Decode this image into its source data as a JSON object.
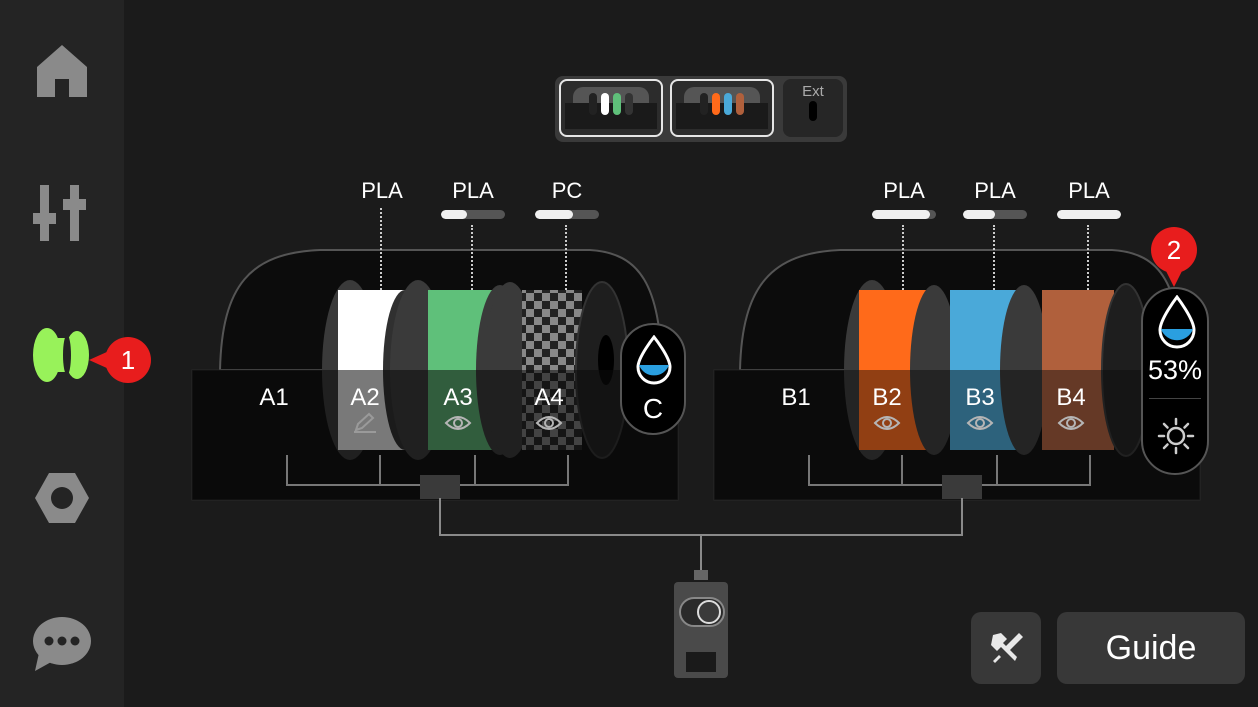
{
  "sidebar": {
    "items": [
      {
        "name": "home-icon",
        "active": false
      },
      {
        "name": "controls-icon",
        "active": false
      },
      {
        "name": "filament-icon",
        "active": true
      },
      {
        "name": "settings-icon",
        "active": false
      },
      {
        "name": "chat-icon",
        "active": false
      }
    ],
    "badge_1": "1"
  },
  "switcher": {
    "ext_label": "Ext"
  },
  "unit_a": {
    "slots": [
      {
        "label": "A1",
        "material": "",
        "color": null,
        "state_icon": null
      },
      {
        "label": "A2",
        "material": "PLA",
        "color": "#ffffff",
        "remain": null,
        "state_icon": "pencil-icon"
      },
      {
        "label": "A3",
        "material": "PLA",
        "color": "#5fc07a",
        "remain": 0.4,
        "state_icon": "eye-icon"
      },
      {
        "label": "A4",
        "material": "PC",
        "color": "checker",
        "remain": 0.6,
        "state_icon": "eye-icon"
      }
    ],
    "humidity_label": "C"
  },
  "unit_b": {
    "slots": [
      {
        "label": "B1",
        "material": "",
        "color": null,
        "state_icon": null
      },
      {
        "label": "B2",
        "material": "PLA",
        "color": "#ff6a1a",
        "remain": 0.9,
        "state_icon": "eye-icon"
      },
      {
        "label": "B3",
        "material": "PLA",
        "color": "#4aa9d9",
        "remain": 0.5,
        "state_icon": "eye-icon"
      },
      {
        "label": "B4",
        "material": "PLA",
        "color": "#b0603c",
        "remain": 1.0,
        "state_icon": "eye-icon"
      }
    ],
    "humidity_percent": "53%",
    "badge_2": "2"
  },
  "actions": {
    "guide_label": "Guide"
  },
  "colors": {
    "accent_green": "#98f25a",
    "badge_red": "#e81d1d",
    "humidity_blue": "#2a9fe0"
  }
}
